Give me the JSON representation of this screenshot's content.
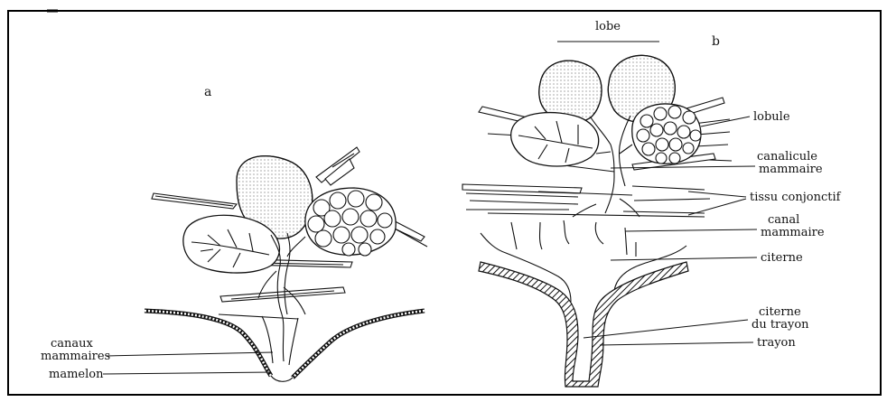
{
  "figure": {
    "panel_a": "a",
    "panel_b": "b",
    "labels_a": {
      "canaux_line1": "canaux",
      "canaux_line2": "mammaires",
      "mamelon": "mamelon"
    },
    "labels_b": {
      "lobe": "lobe",
      "lobule": "lobule",
      "canalicule_line1": "canalicule",
      "canalicule_line2": "mammaire",
      "tissu": "tissu conjonctif",
      "canal_line1": "canal",
      "canal_line2": "mammaire",
      "citerne": "citerne",
      "citerne_trayon_line1": "citerne",
      "citerne_trayon_line2": "du trayon",
      "trayon": "trayon"
    }
  },
  "colors": {
    "ink": "#111111",
    "background": "#ffffff"
  }
}
